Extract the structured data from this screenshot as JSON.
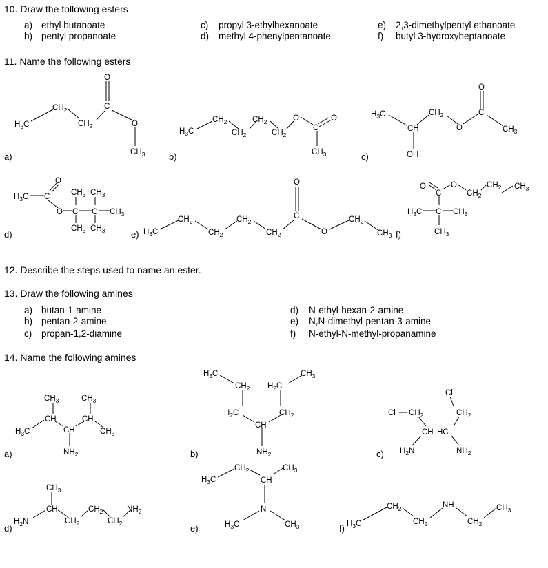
{
  "q10": {
    "heading": "10. Draw the following esters",
    "items": [
      {
        "letter": "a)",
        "text": "ethyl butanoate"
      },
      {
        "letter": "b)",
        "text": "pentyl propanoate"
      },
      {
        "letter": "c)",
        "text": "propyl 3-ethylhexanoate"
      },
      {
        "letter": "d)",
        "text": "methyl 4-phenylpentanoate"
      },
      {
        "letter": "e)",
        "text": "2,3-dimethylpentyl ethanoate"
      },
      {
        "letter": "f)",
        "text": "butyl 3-hydroxyheptanoate"
      }
    ]
  },
  "q11": {
    "heading": "11. Name the following esters",
    "labels": [
      "a)",
      "b)",
      "c)",
      "d)",
      "e)",
      "f)"
    ]
  },
  "q12": {
    "heading": "12. Describe the steps used to name an ester."
  },
  "q13": {
    "heading": "13. Draw the following amines",
    "items": [
      {
        "letter": "a)",
        "text": "butan-1-amine"
      },
      {
        "letter": "b)",
        "text": "pentan-2-amine"
      },
      {
        "letter": "c)",
        "text": "propan-1,2-diamine"
      },
      {
        "letter": "d)",
        "text": "N-ethyl-hexan-2-amine"
      },
      {
        "letter": "e)",
        "text": "N,N-dimethyl-pentan-3-amine"
      },
      {
        "letter": "f)",
        "text": "N-ethyl-N-methyl-propanamine"
      }
    ]
  },
  "q14": {
    "heading": "14. Name the following amines",
    "labels": [
      "a)",
      "b)",
      "c)",
      "d)",
      "e)",
      "f)"
    ]
  },
  "structures": {
    "ester_a": {
      "g1": "H3C",
      "g2": "CH2",
      "g3": "CH2",
      "g4": "C",
      "g5": "O",
      "g6": "O",
      "g7": "CH3"
    },
    "ester_b": {
      "g1": "H3C",
      "g2": "CH2",
      "g3": "CH2",
      "g4": "CH2",
      "g5": "CH2",
      "g6": "O",
      "g7": "C",
      "g8": "O",
      "g9": "CH3"
    },
    "ester_c": {
      "g1": "H3C",
      "g2": "CH",
      "g3": "OH",
      "g4": "CH2",
      "g5": "O",
      "g6": "C",
      "g7": "O",
      "g8": "CH3"
    },
    "ester_d": {
      "g1": "H3C",
      "g2": "C",
      "g3": "O",
      "g4": "O",
      "g5": "C",
      "g6": "C",
      "g7": "CH3",
      "g8": "CH3",
      "g9": "CH3",
      "g10": "CH3",
      "g11": "CH3"
    },
    "ester_e": {
      "g1": "H3C",
      "g2": "CH2",
      "g3": "CH2",
      "g4": "CH2",
      "g5": "CH2",
      "g6": "C",
      "g7": "O",
      "g8": "O",
      "g9": "CH2",
      "g10": "CH3"
    },
    "ester_f": {
      "g1": "O",
      "g2": "C",
      "g3": "O",
      "g4": "CH2",
      "g5": "CH2",
      "g6": "CH3",
      "g7": "H3C",
      "g8": "C",
      "g9": "CH3",
      "g10": "CH3"
    },
    "amine_a": {
      "g1": "CH3",
      "g2": "CH3",
      "g3": "CH",
      "g4": "CH",
      "g5": "H3C",
      "g6": "CH",
      "g7": "CH3",
      "g8": "NH2"
    },
    "amine_b": {
      "g1": "H3C",
      "g2": "CH3",
      "g3": "CH2",
      "g4": "H2C",
      "g5": "H2C",
      "g6": "CH2",
      "g7": "CH",
      "g8": "NH2"
    },
    "amine_c": {
      "g1": "Cl",
      "g2": "Cl",
      "g3": "CH2",
      "g4": "CH2",
      "g5": "CH",
      "g6": "HC",
      "g7": "H2N",
      "g8": "NH2"
    },
    "amine_d": {
      "g1": "CH3",
      "g2": "CH",
      "g3": "H2N",
      "g4": "CH2",
      "g5": "CH2",
      "g6": "CH2",
      "g7": "NH2"
    },
    "amine_e": {
      "g1": "H3C",
      "g2": "CH2",
      "g3": "CH",
      "g4": "CH3",
      "g5": "N",
      "g6": "H3C",
      "g7": "CH3"
    },
    "amine_f": {
      "g1": "H3C",
      "g2": "CH2",
      "g3": "CH2",
      "g4": "NH",
      "g5": "CH2",
      "g6": "CH3"
    }
  }
}
